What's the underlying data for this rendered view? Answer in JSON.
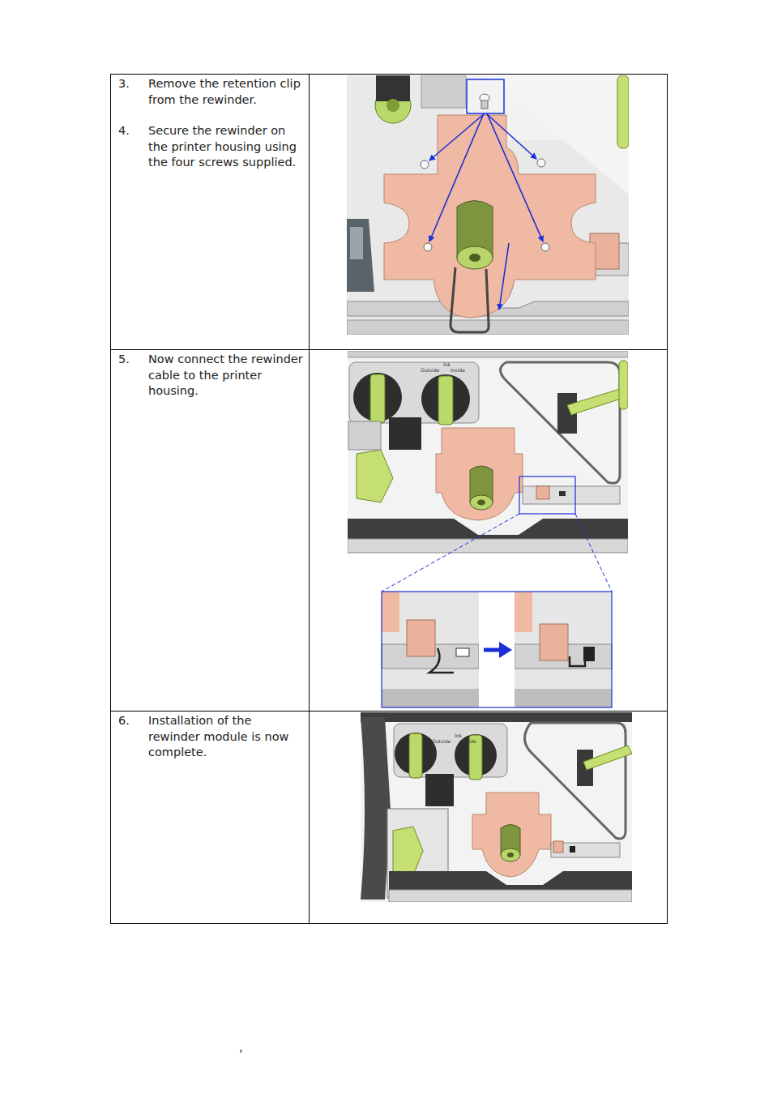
{
  "diagram": {
    "labels": [
      "3.",
      "Remove the retention clip from the rewinder.",
      "4.",
      "Secure the rewinder on the printer housing using the four screws supplied.",
      "5.",
      "Now connect the rewinder cable to the printer housing.",
      "6.",
      "Installation of the rewinder module is now complete.",
      "Outside",
      "Ink",
      "Inside",
      "Outside",
      "Ink",
      "Inside",
      ","
    ]
  }
}
